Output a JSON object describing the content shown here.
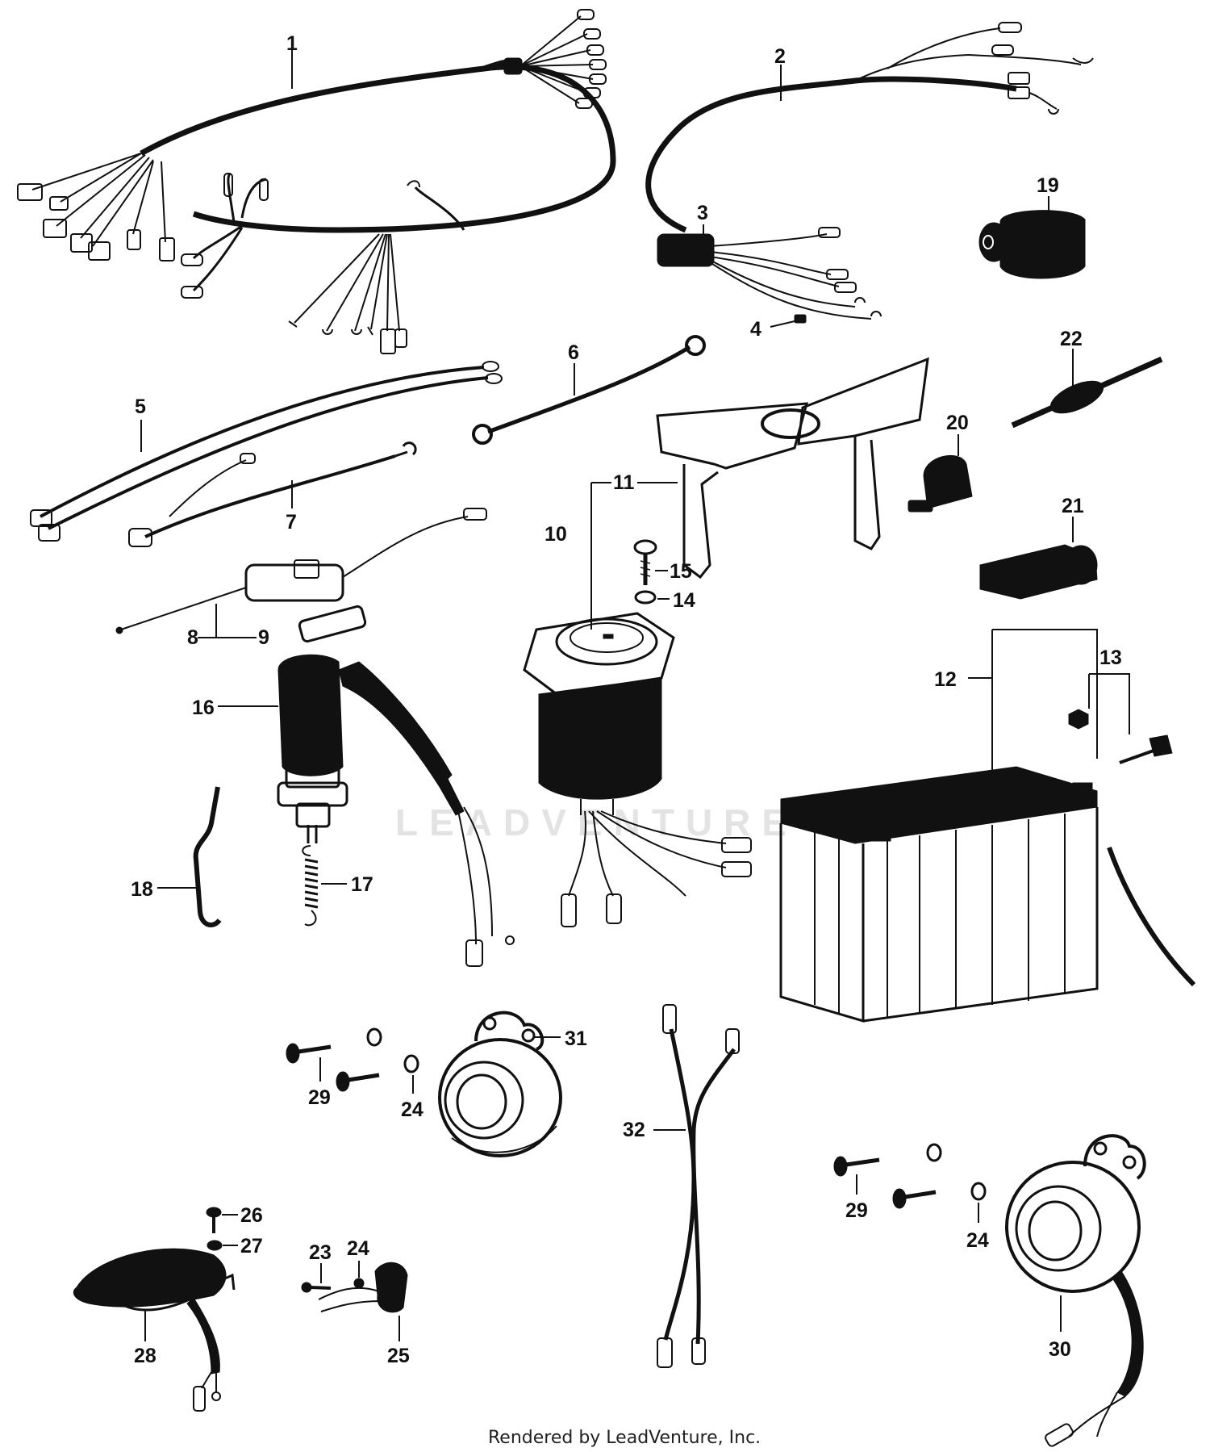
{
  "labels": {
    "p1": "1",
    "p2": "2",
    "p3": "3",
    "p4": "4",
    "p5": "5",
    "p6": "6",
    "p7": "7",
    "p8": "8",
    "p9": "9",
    "p10": "10",
    "p11": "11",
    "p12": "12",
    "p13": "13",
    "p14": "14",
    "p15": "15",
    "p16": "16",
    "p17": "17",
    "p18": "18",
    "p19": "19",
    "p20": "20",
    "p21": "21",
    "p22": "22",
    "p23": "23",
    "p24a": "24",
    "p24b": "24",
    "p24c": "24",
    "p25": "25",
    "p26": "26",
    "p27": "27",
    "p28": "28",
    "p29a": "29",
    "p29b": "29",
    "p30": "30",
    "p31": "31",
    "p32": "32"
  },
  "watermark": "LEADVENTURE",
  "footer": "Rendered by LeadVenture, Inc.",
  "colors": {
    "ink": "#111111",
    "background": "#ffffff",
    "watermark": "#e3e3e3"
  }
}
